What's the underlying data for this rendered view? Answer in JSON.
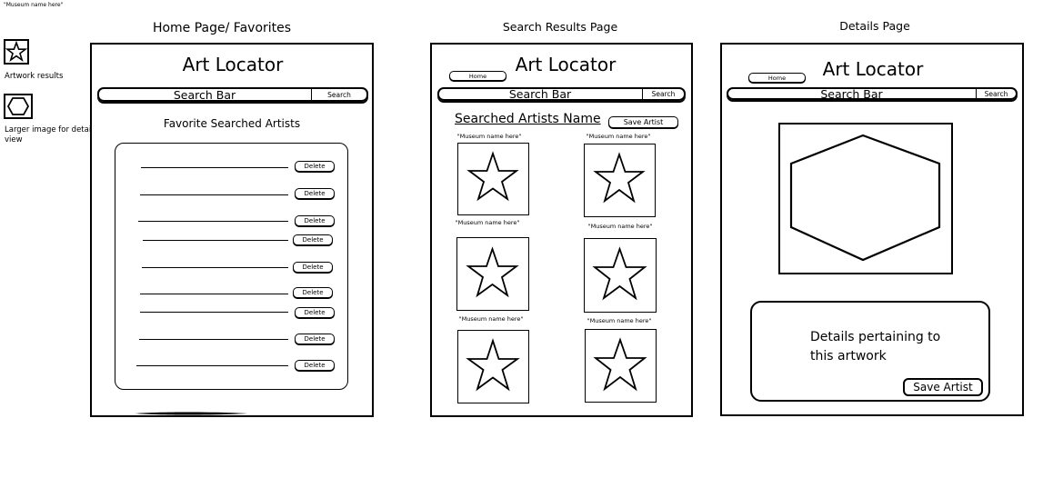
{
  "note": "\"Museum name here\"",
  "legend": {
    "artwork_label": "Artwork results",
    "image_label": "Larger image for detail view"
  },
  "headings": {
    "home": "Home Page/ Favorites",
    "search": "Search Results Page",
    "details": "Details Page"
  },
  "app": {
    "title": "Art Locator",
    "search_bar": "Search Bar",
    "search_button": "Search",
    "home_button": "Home"
  },
  "home": {
    "favorites_heading": "Favorite Searched Artists",
    "delete_label": "Delete"
  },
  "search_results": {
    "artist_name": "Searched Artists Name",
    "save_artist": "Save Artist",
    "museum_label": "\"Museum name here\""
  },
  "details": {
    "text_line1": "Details pertaining to",
    "text_line2": "this artwork",
    "save_artist": "Save Artist"
  }
}
